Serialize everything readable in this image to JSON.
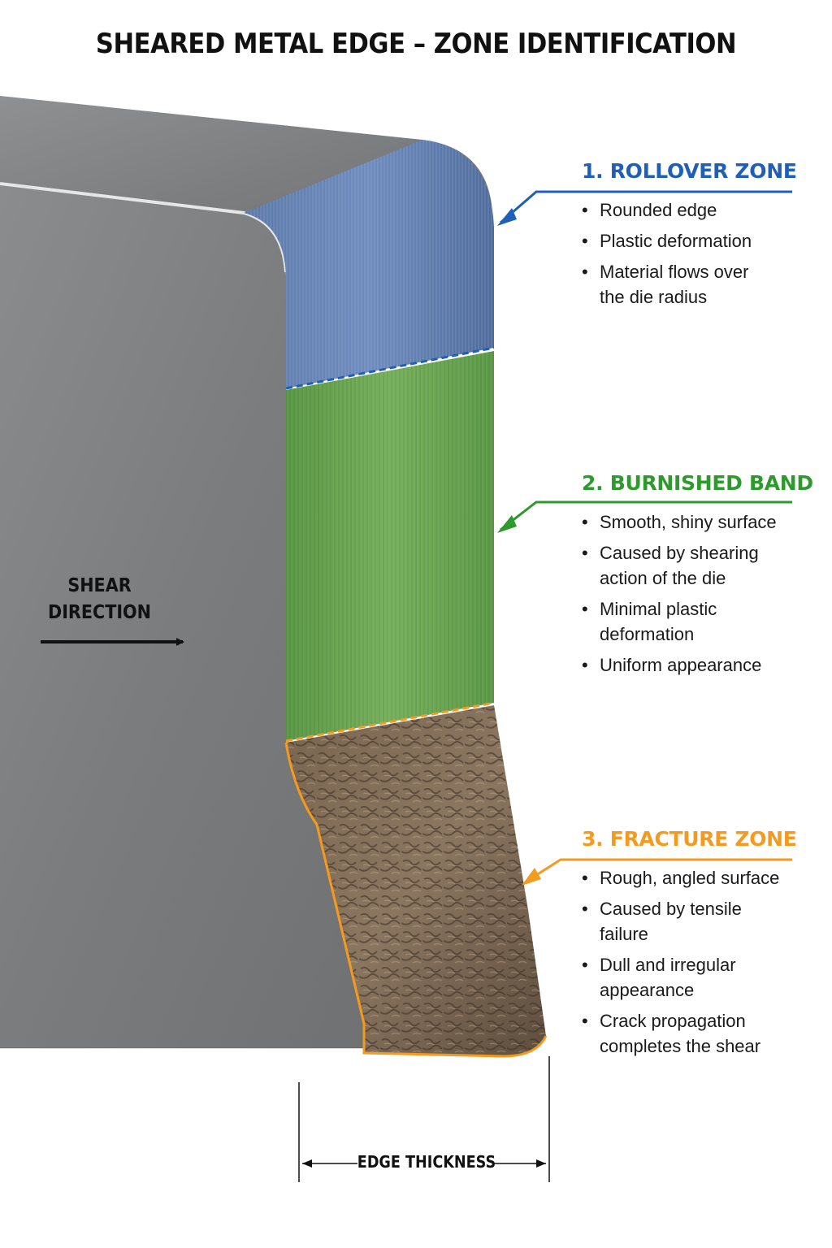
{
  "title": "SHEARED METAL EDGE – ZONE IDENTIFICATION",
  "colors": {
    "rollover": "#1f5fb8",
    "burnished": "#2e9a2e",
    "fracture": "#f39a1f",
    "metal": "#7c7e80"
  },
  "zones": [
    {
      "title": "1. ROLLOVER ZONE",
      "bullets": [
        "Rounded edge",
        "Plastic deformation",
        "Material flows over\nthe die radius"
      ]
    },
    {
      "title": "2. BURNISHED BAND",
      "bullets": [
        "Smooth, shiny surface",
        "Caused by shearing\naction of the die",
        "Minimal plastic\ndeformation",
        "Uniform appearance"
      ]
    },
    {
      "title": "3. FRACTURE ZONE",
      "bullets": [
        "Rough, angled surface",
        "Caused by tensile\nfailure",
        "Dull and irregular\nappearance",
        "Crack propagation\ncompletes the shear"
      ]
    }
  ],
  "shear_label": "SHEAR\nDIRECTION",
  "thickness_label": "EDGE THICKNESS"
}
